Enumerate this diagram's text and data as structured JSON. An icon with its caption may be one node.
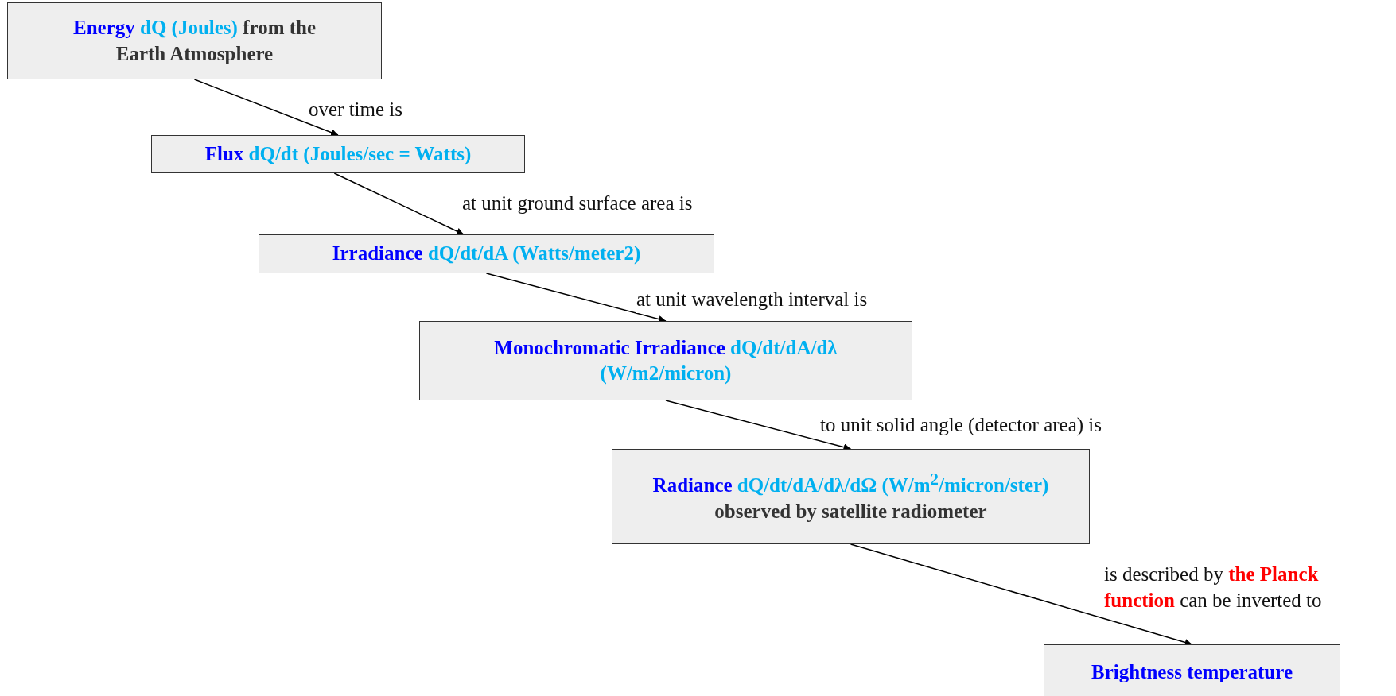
{
  "diagram": {
    "nodes": [
      {
        "text": [
          "Energy",
          "dQ (Joules)",
          "from the Earth Atmosphere"
        ]
      },
      {
        "text": [
          "Flux",
          "dQ/dt (Joules/sec = Watts)"
        ]
      },
      {
        "text": [
          "Irradiance",
          "dQ/dt/dA (Watts/meter2)"
        ]
      },
      {
        "text": [
          "Monochromatic Irradiance",
          "dQ/dt/dA/dλ (W/m2/micron)"
        ]
      },
      {
        "text": [
          "Radiance",
          "dQ/dt/dA/dλ/dΩ (W/m$^{2}$/micron/ster)",
          "observed by satellite radiometer"
        ]
      },
      {
        "text": [
          "Brightness temperature"
        ]
      }
    ],
    "edges": [
      {
        "from": 0,
        "to": 1,
        "arrow": "to",
        "label": "over time is"
      },
      {
        "from": 1,
        "to": 2,
        "arrow": "to",
        "label": "at unit ground surface area is"
      },
      {
        "from": 2,
        "to": 3,
        "arrow": "to",
        "label": "at unit wavelength interval is"
      },
      {
        "from": 3,
        "to": 4,
        "arrow": "to",
        "label": "to unit solid angle (detector area) is"
      },
      {
        "from": 4,
        "to": 5,
        "arrow": "to",
        "label": "is described by **the Planck function** can be inverted to"
      }
    ]
  }
}
